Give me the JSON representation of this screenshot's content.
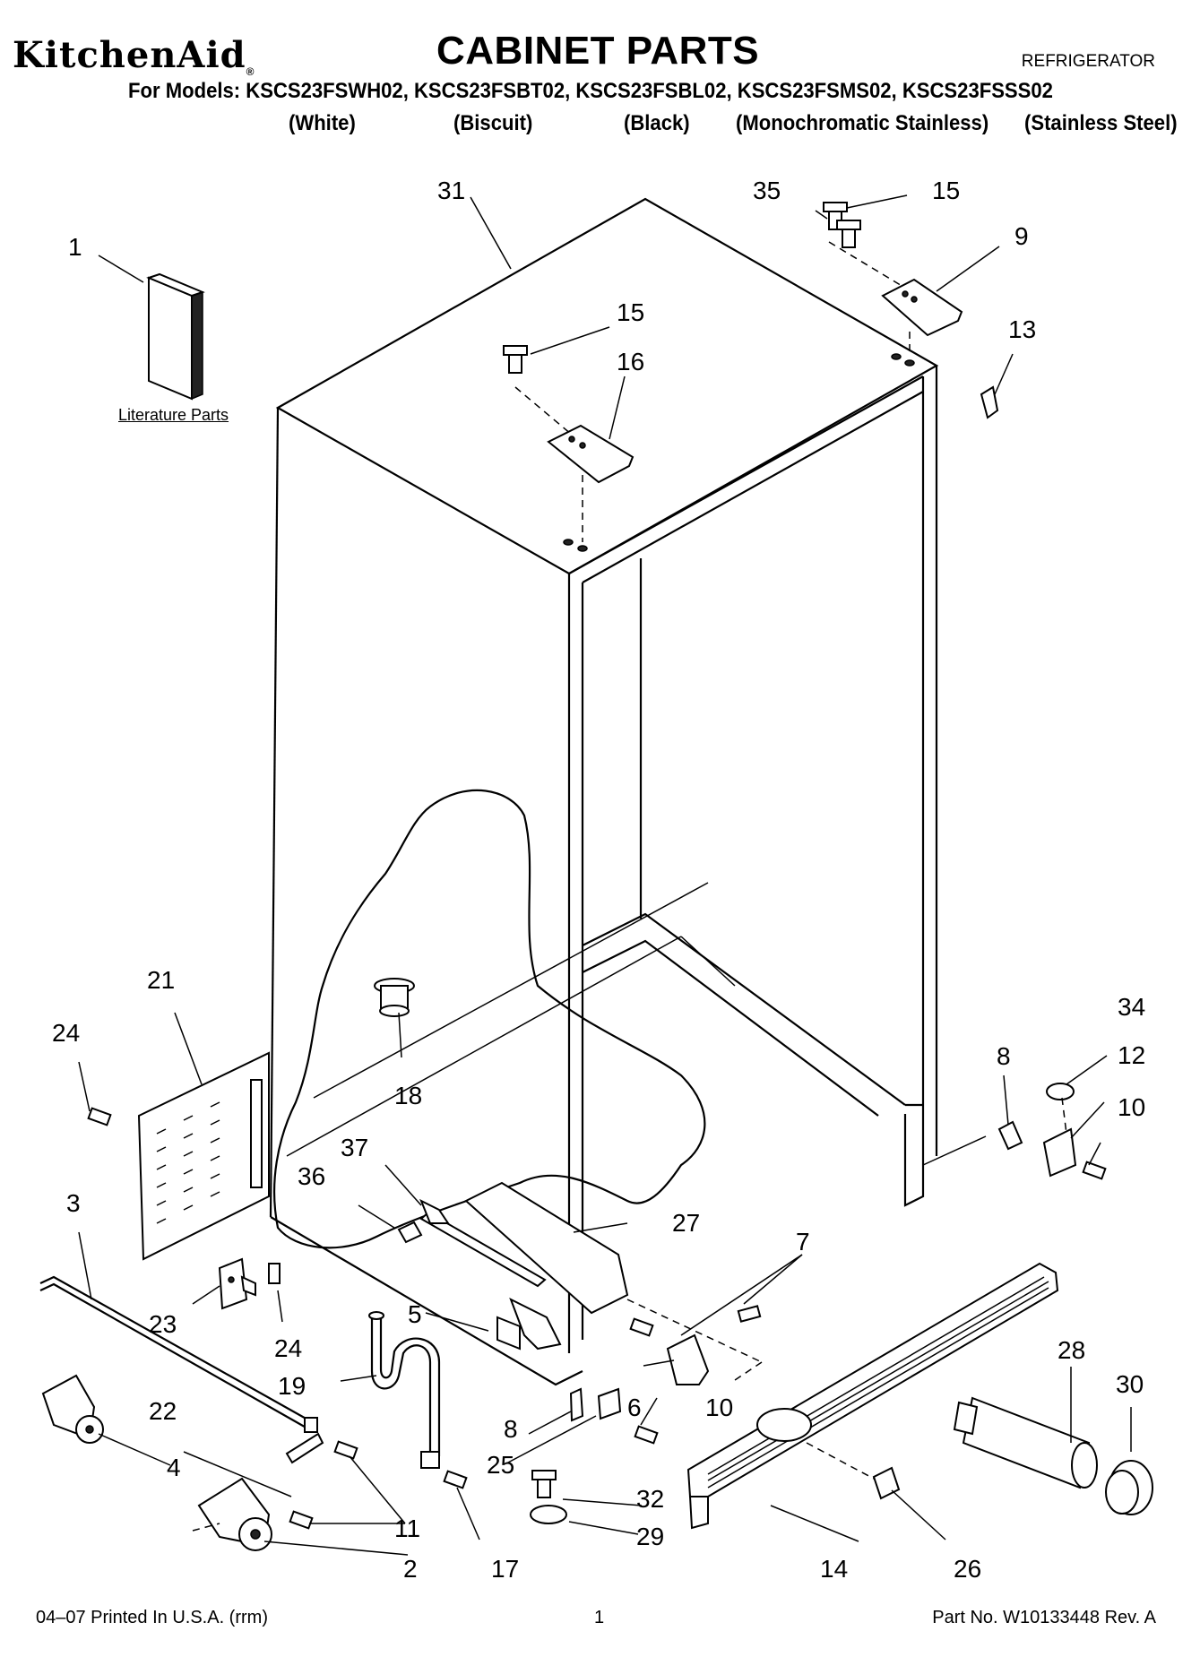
{
  "header": {
    "brand": "KitchenAid",
    "brand_mark": "®",
    "title": "CABINET PARTS",
    "appliance": "REFRIGERATOR",
    "models_line": "For Models: KSCS23FSWH02, KSCS23FSBT02, KSCS23FSBL02, KSCS23FSMS02, KSCS23FSSS02",
    "variants": [
      "(White)",
      "(Biscuit)",
      "(Black)",
      "(Monochromatic Stainless)",
      "(Stainless Steel)"
    ]
  },
  "diagram": {
    "literature_label": "Literature Parts",
    "callouts": [
      "1",
      "2",
      "3",
      "4",
      "5",
      "6",
      "7",
      "8",
      "8",
      "9",
      "10",
      "10",
      "11",
      "12",
      "13",
      "14",
      "15",
      "15",
      "16",
      "17",
      "18",
      "19",
      "21",
      "22",
      "23",
      "24",
      "24",
      "25",
      "26",
      "27",
      "28",
      "29",
      "30",
      "31",
      "32",
      "34",
      "35",
      "36",
      "37"
    ]
  },
  "footer": {
    "print_info": "04–07 Printed In U.S.A. (rrm)",
    "page_number": "1",
    "part_number": "Part No. W10133448 Rev. A"
  }
}
